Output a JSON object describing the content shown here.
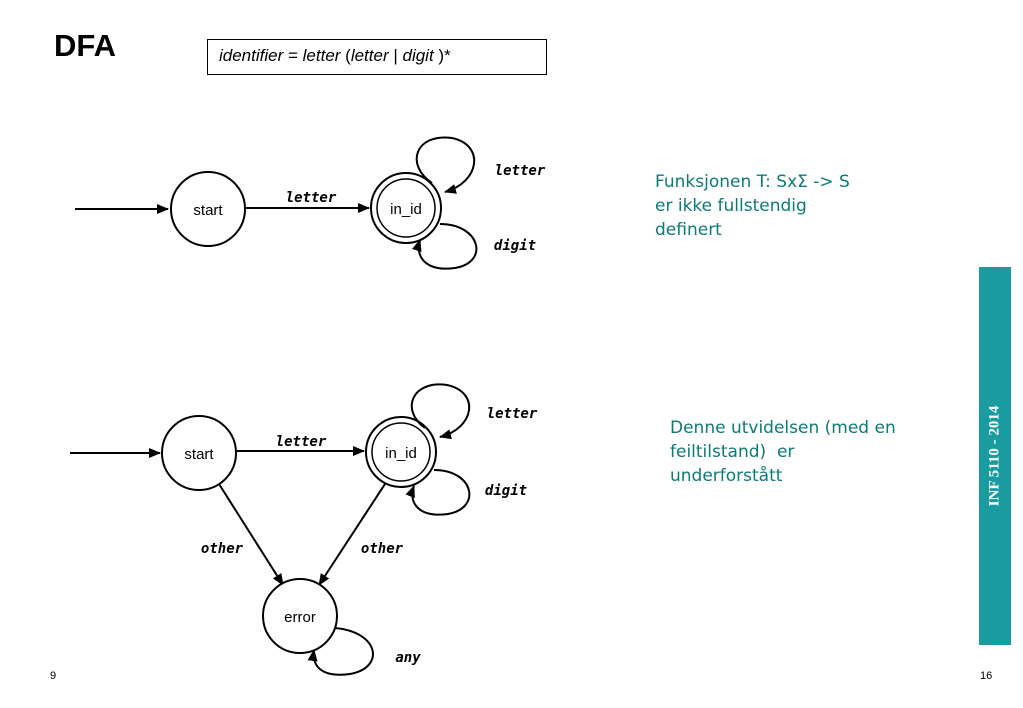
{
  "title": "DFA",
  "formula": {
    "prefix": "identifier",
    "eq": " = ",
    "a": "letter",
    "open": " (",
    "b": "letter",
    "pipe": " | ",
    "c": "digit",
    "close": " )*"
  },
  "diagram1": {
    "states": {
      "start": "start",
      "in_id": "in_id"
    },
    "edges": {
      "start_to_in_id": "letter",
      "loop_top": "letter",
      "loop_bottom": "digit"
    }
  },
  "diagram2": {
    "states": {
      "start": "start",
      "in_id": "in_id",
      "error": "error"
    },
    "edges": {
      "start_to_in_id": "letter",
      "loop_top": "letter",
      "loop_bottom": "digit",
      "start_to_error": "other",
      "in_id_to_error": "other",
      "error_loop": "any"
    }
  },
  "notes": {
    "note1": [
      "Funksjonen T: SxΣ -> S",
      "er ikke fullstendig",
      "definert"
    ],
    "note2": [
      "Denne utvidelsen (med en",
      "feiltilstand)  er",
      "underforstått"
    ]
  },
  "sidebar": {
    "course_label": "INF 5110 - 2014"
  },
  "footer": {
    "left_text": "9",
    "page_number": "16"
  },
  "colors": {
    "accent_text": "#0b7a78",
    "sidebar_bg": "#1a9ba0"
  }
}
